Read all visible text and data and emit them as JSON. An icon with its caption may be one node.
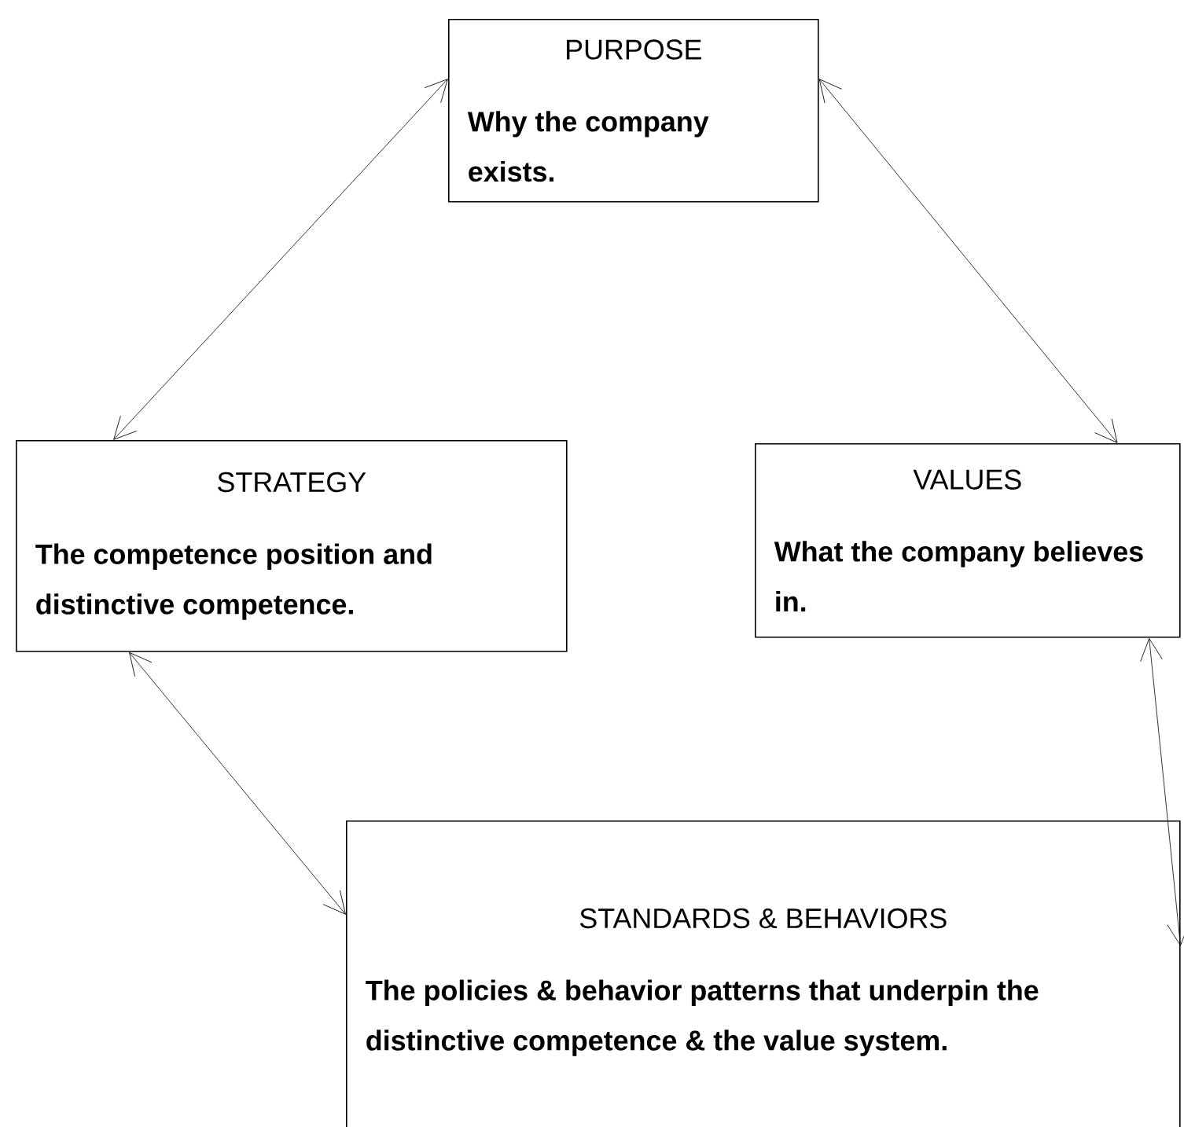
{
  "diagram": {
    "nodes": [
      {
        "text": [
          "PURPOSE",
          "Why the company exists."
        ]
      },
      {
        "text": [
          "STRATEGY",
          "The competence position and distinctive competence."
        ]
      },
      {
        "text": [
          "VALUES",
          "What the company believes in."
        ]
      },
      {
        "text": [
          "STANDARDS & BEHAVIORS",
          "The policies & behavior patterns that underpin the distinctive competence & the value system."
        ]
      }
    ],
    "edges": [
      {
        "from": 0,
        "to": 1,
        "arrow": "both"
      },
      {
        "from": 0,
        "to": 2,
        "arrow": "both"
      },
      {
        "from": 1,
        "to": 3,
        "arrow": "both"
      },
      {
        "from": 2,
        "to": 3,
        "arrow": "both"
      }
    ]
  }
}
